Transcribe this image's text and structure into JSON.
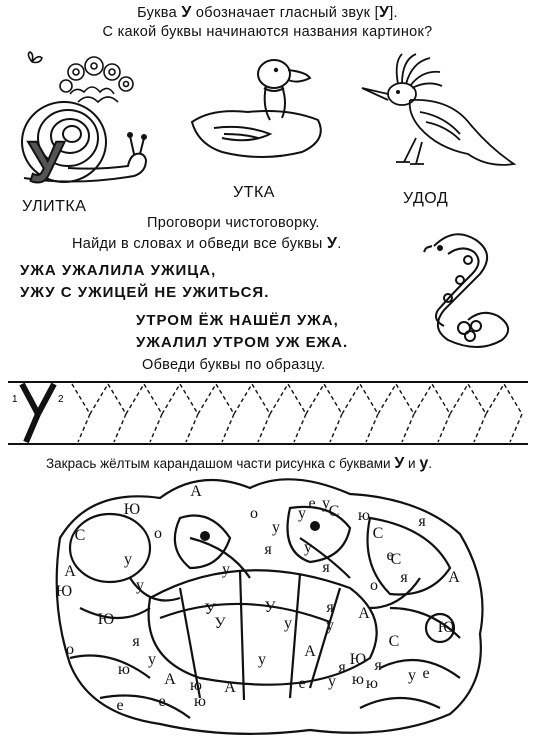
{
  "header": {
    "line1_before": "Буква ",
    "line1_letter": "У",
    "line1_mid": " обозначает гласный звук [",
    "line1_sound": "У",
    "line1_end": "].",
    "question": "С какой буквы начинаются названия картинок?"
  },
  "pictures": {
    "snail_label": "УЛИТКА",
    "duck_label": "УТКА",
    "hoopoe_label": "УДОД",
    "snail_letter": "У"
  },
  "tongue_twister": {
    "instruction1": "Проговори чистоговорку.",
    "instruction2_before": "Найди в словах и обведи все буквы ",
    "instruction2_letter": "У",
    "instruction2_end": ".",
    "line1": "УЖА УЖАЛИЛА УЖИЦА,",
    "line2": "УЖУ С УЖИЦЕЙ НЕ УЖИТЬСЯ.",
    "line3": "УТРОМ ЁЖ НАШЁЛ УЖА,",
    "line4": "УЖАЛИЛ УТРОМ УЖ ЕЖА."
  },
  "tracing": {
    "instruction": "Обведи буквы по образцу.",
    "stroke1": "1",
    "stroke2": "2"
  },
  "coloring": {
    "instruction_before": "Закрась жёлтым карандашом части рисунка с буквами ",
    "letter_upper": "У",
    "conj": " и ",
    "letter_lower": "у",
    "instruction_end": ".",
    "letters": [
      "А",
      "Ю",
      "о",
      "С",
      "А",
      "у",
      "о",
      "у",
      "у",
      "е",
      "у",
      "я",
      "у",
      "С",
      "ю",
      "С",
      "я",
      "е",
      "у",
      "я",
      "С",
      "я",
      "А",
      "Ю",
      "у",
      "У",
      "У",
      "я",
      "А",
      "о",
      "Ю",
      "У",
      "у",
      "у",
      "о",
      "я",
      "С",
      "Ю",
      "А",
      "ю",
      "у",
      "А",
      "у",
      "ю",
      "Ю",
      "е",
      "у",
      "ю",
      "ю",
      "у",
      "е",
      "А",
      "е",
      "я",
      "я",
      "е",
      "ю"
    ]
  }
}
